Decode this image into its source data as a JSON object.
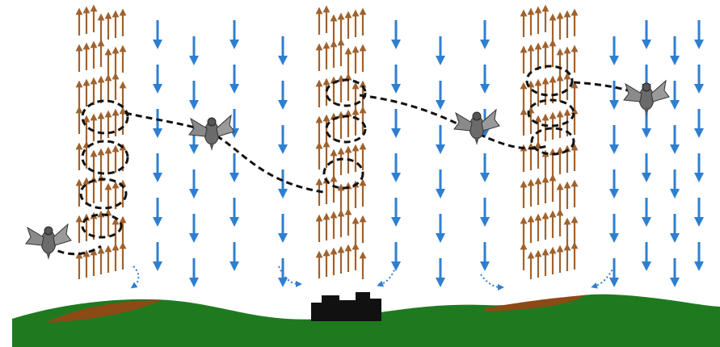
{
  "diagram": {
    "description_labels": [],
    "thermals": [
      {
        "id": "thermal-left",
        "rising_air": true,
        "birds_circling": true
      },
      {
        "id": "thermal-center",
        "rising_air": true,
        "birds_circling": true
      },
      {
        "id": "thermal-right",
        "rising_air": true,
        "birds_circling": true
      }
    ],
    "birds": [
      {
        "id": "bird-1"
      },
      {
        "id": "bird-2"
      },
      {
        "id": "bird-3"
      },
      {
        "id": "bird-4"
      }
    ],
    "ground_features": [
      "bare-soil-left",
      "building",
      "bare-soil-right"
    ],
    "colors": {
      "rising_arrow": "#a0622d",
      "sinking_arrow": "#2f7fd0",
      "ground_green": "#1f7a1f",
      "soil_brown": "#8b4a16",
      "building": "#111111",
      "flight_path": "#111111"
    }
  }
}
